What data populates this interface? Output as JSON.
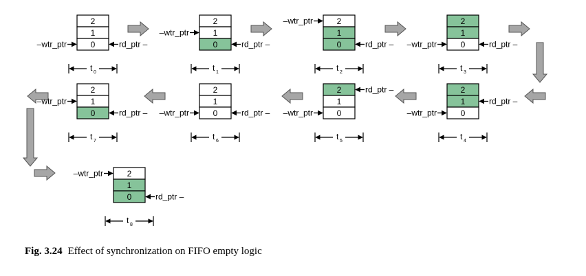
{
  "figure": {
    "caption_label": "Fig. 3.24",
    "caption_text": "Effect of synchronization on FIFO empty logic",
    "wtr_label": "wtr_ptr",
    "rd_label": "rd_ptr",
    "slot_labels": [
      "2",
      "1",
      "0"
    ],
    "time_prefix": "t",
    "colors": {
      "filled": "#86c39a",
      "empty": "#ffffff",
      "arrow_fill": "#a6a6a6",
      "stroke": "#000000"
    },
    "states": [
      {
        "time": "0",
        "filled": [],
        "wtr_slot": "0",
        "rd_slot": "0"
      },
      {
        "time": "1",
        "filled": [
          "0"
        ],
        "wtr_slot": "1",
        "rd_slot": "0"
      },
      {
        "time": "2",
        "filled": [
          "1",
          "0"
        ],
        "wtr_slot": "2",
        "rd_slot": "0"
      },
      {
        "time": "3",
        "filled": [
          "2",
          "1"
        ],
        "wtr_slot": "0",
        "rd_slot": "0"
      },
      {
        "time": "4",
        "filled": [
          "2",
          "1"
        ],
        "wtr_slot": "0",
        "rd_slot": "1"
      },
      {
        "time": "5",
        "filled": [
          "2"
        ],
        "wtr_slot": "0",
        "rd_slot": "2"
      },
      {
        "time": "6",
        "filled": [],
        "wtr_slot": "0",
        "rd_slot": "0"
      },
      {
        "time": "7",
        "filled": [
          "0"
        ],
        "wtr_slot": "1",
        "rd_slot": "0"
      },
      {
        "time": "8",
        "filled": [
          "1",
          "0"
        ],
        "wtr_slot": "2",
        "rd_slot": "0"
      }
    ]
  }
}
